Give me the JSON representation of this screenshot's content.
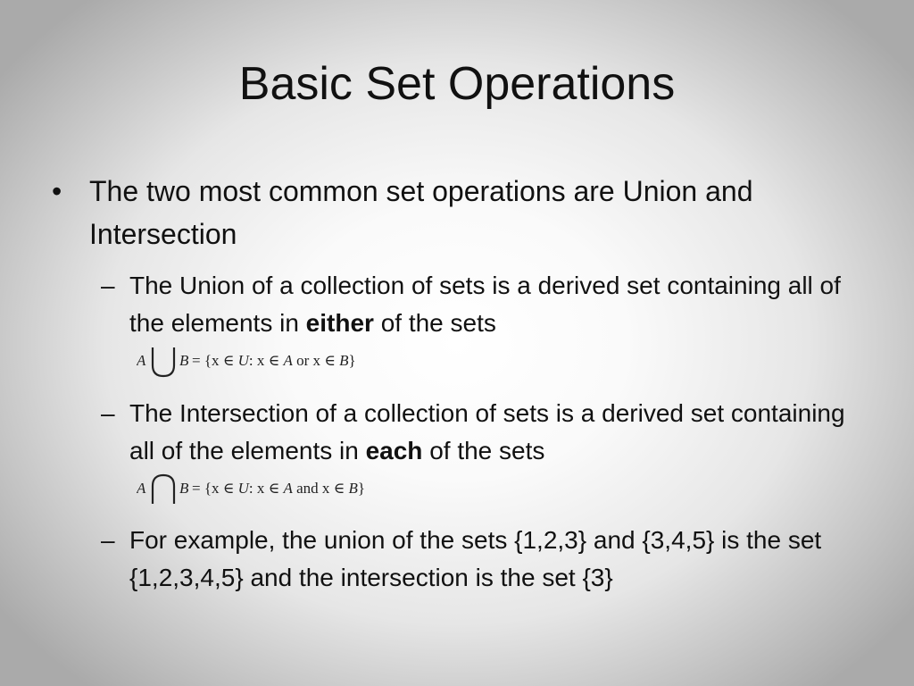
{
  "slide": {
    "title": "Basic Set Operations",
    "bullet": {
      "mark": "•",
      "text": "The two most common set operations are Union and Intersection"
    },
    "sub_mark": "–",
    "subs": [
      {
        "text_before": "The Union of a collection of sets is a derived set containing all of the elements in ",
        "emphasis": "either",
        "text_after": " of the sets",
        "formula": {
          "lhs_a": "A",
          "lhs_b": "B",
          "rhs_open": "= {x ∈ ",
          "rhs_u": "U",
          "rhs_mid": ": x ∈ ",
          "rhs_a": "A",
          "rhs_conn": " or ",
          "rhs_x": "x ∈ ",
          "rhs_b": "B",
          "rhs_close": "}"
        }
      },
      {
        "text_before": "The Intersection of a collection of sets is a derived set containing all of the elements in ",
        "emphasis": "each",
        "text_after": " of the sets",
        "formula": {
          "lhs_a": "A",
          "lhs_b": "B",
          "rhs_open": "= {x ∈ ",
          "rhs_u": "U",
          "rhs_mid": ": x ∈ ",
          "rhs_a": "A",
          "rhs_conn": " and ",
          "rhs_x": "x ∈ ",
          "rhs_b": "B",
          "rhs_close": "}"
        }
      },
      {
        "text": "For example, the union of the sets {1,2,3} and {3,4,5} is the set {1,2,3,4,5} and the intersection is the set {3}"
      }
    ]
  }
}
